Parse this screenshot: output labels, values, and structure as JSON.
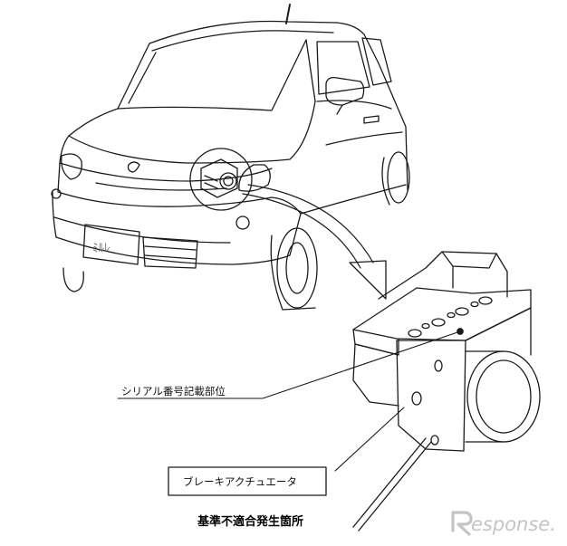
{
  "labels": {
    "serial_location": "シリアル番号記載部位",
    "component_name": "ブレーキアクチュエータ",
    "defect_location": "基準不適合発生箇所"
  },
  "watermark": {
    "text": "esponse."
  },
  "colors": {
    "line": "#1a1a1a",
    "watermark": "#c4c4c4"
  }
}
